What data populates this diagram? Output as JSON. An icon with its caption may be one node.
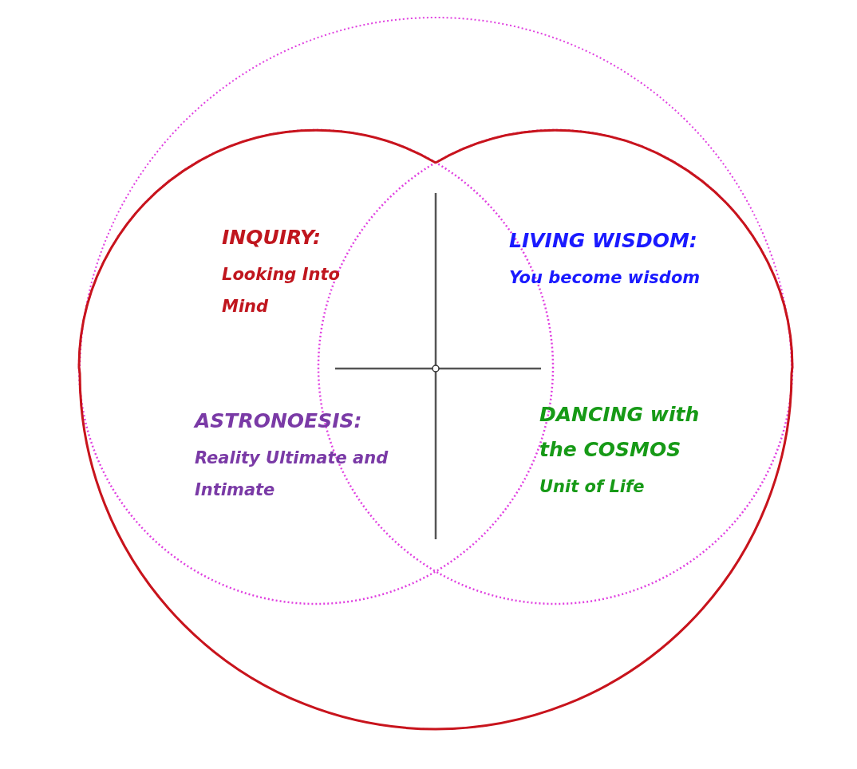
{
  "diagram": {
    "nodes": [
      {
        "text": [
          "INQUIRY:",
          "Looking Into Mind"
        ]
      },
      {
        "text": [
          "LIVING WISDOM:",
          "You become wisdom"
        ]
      },
      {
        "text": [
          "ASTRONOESIS:",
          "Reality Ultimate and Intimate"
        ]
      },
      {
        "text": [
          "DANCING with the COSMOS",
          "Unit of Life"
        ]
      }
    ]
  }
}
